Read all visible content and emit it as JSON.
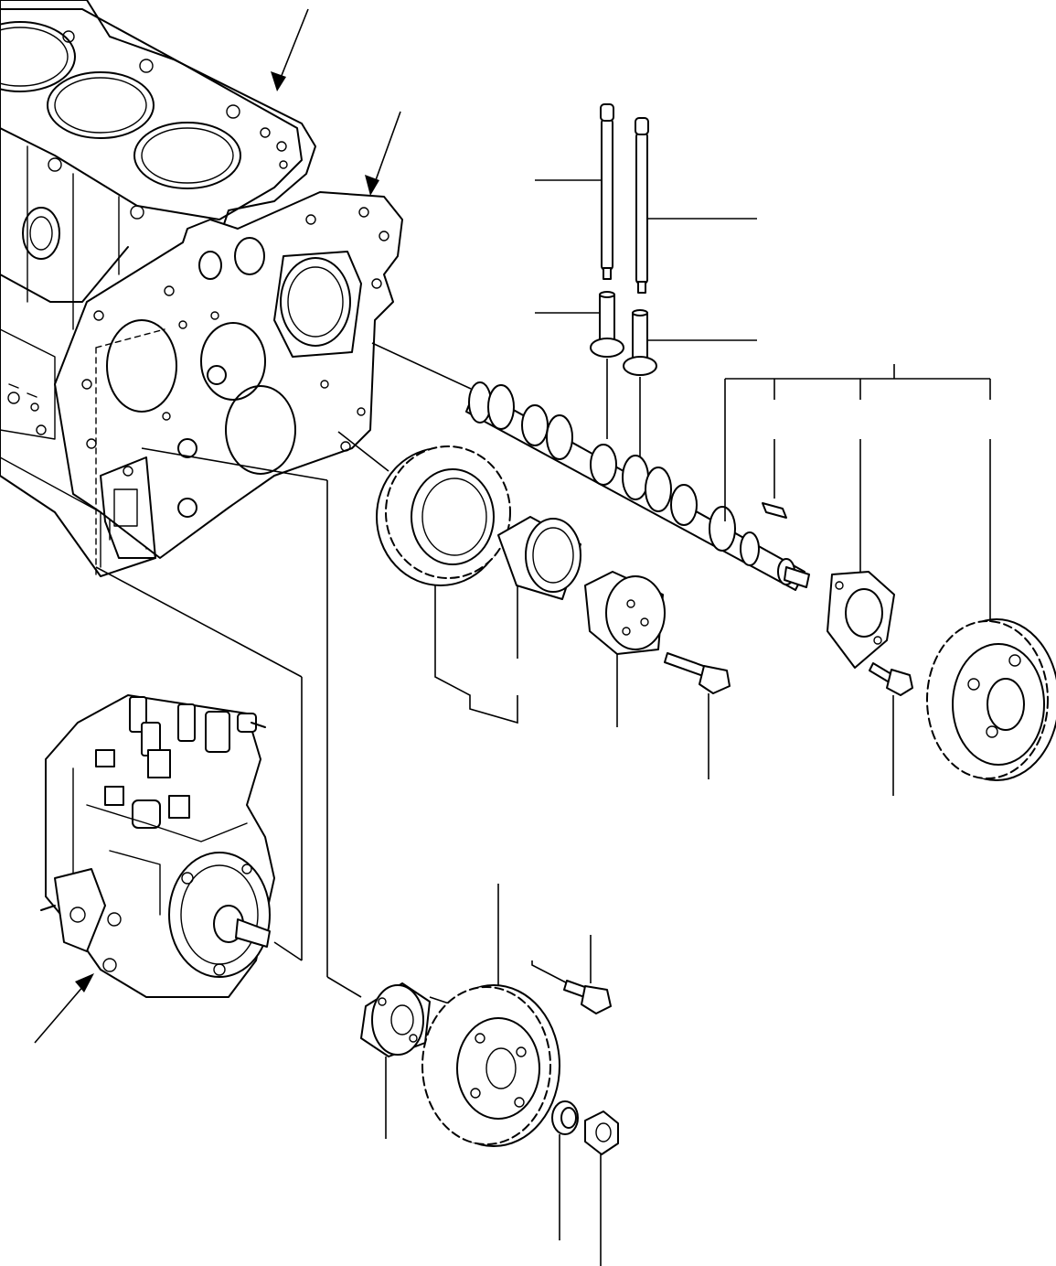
{
  "diagram": {
    "parts": [
      {
        "id": "cylinder-block",
        "label": ""
      },
      {
        "id": "front-plate",
        "label": ""
      },
      {
        "id": "push-rod-1",
        "label": ""
      },
      {
        "id": "push-rod-2",
        "label": ""
      },
      {
        "id": "tappet-1",
        "label": ""
      },
      {
        "id": "tappet-2",
        "label": ""
      },
      {
        "id": "camshaft",
        "label": ""
      },
      {
        "id": "idler-gear",
        "label": ""
      },
      {
        "id": "idler-bushing",
        "label": ""
      },
      {
        "id": "idler-shaft",
        "label": ""
      },
      {
        "id": "idler-bolt",
        "label": ""
      },
      {
        "id": "key",
        "label": ""
      },
      {
        "id": "thrust-plate",
        "label": ""
      },
      {
        "id": "thrust-plate-bolt",
        "label": ""
      },
      {
        "id": "camshaft-gear",
        "label": ""
      },
      {
        "id": "injection-pump",
        "label": ""
      },
      {
        "id": "pump-hub",
        "label": ""
      },
      {
        "id": "pump-gear",
        "label": ""
      },
      {
        "id": "pump-gear-bolt",
        "label": ""
      },
      {
        "id": "lock-washer",
        "label": ""
      },
      {
        "id": "nut",
        "label": ""
      }
    ]
  }
}
